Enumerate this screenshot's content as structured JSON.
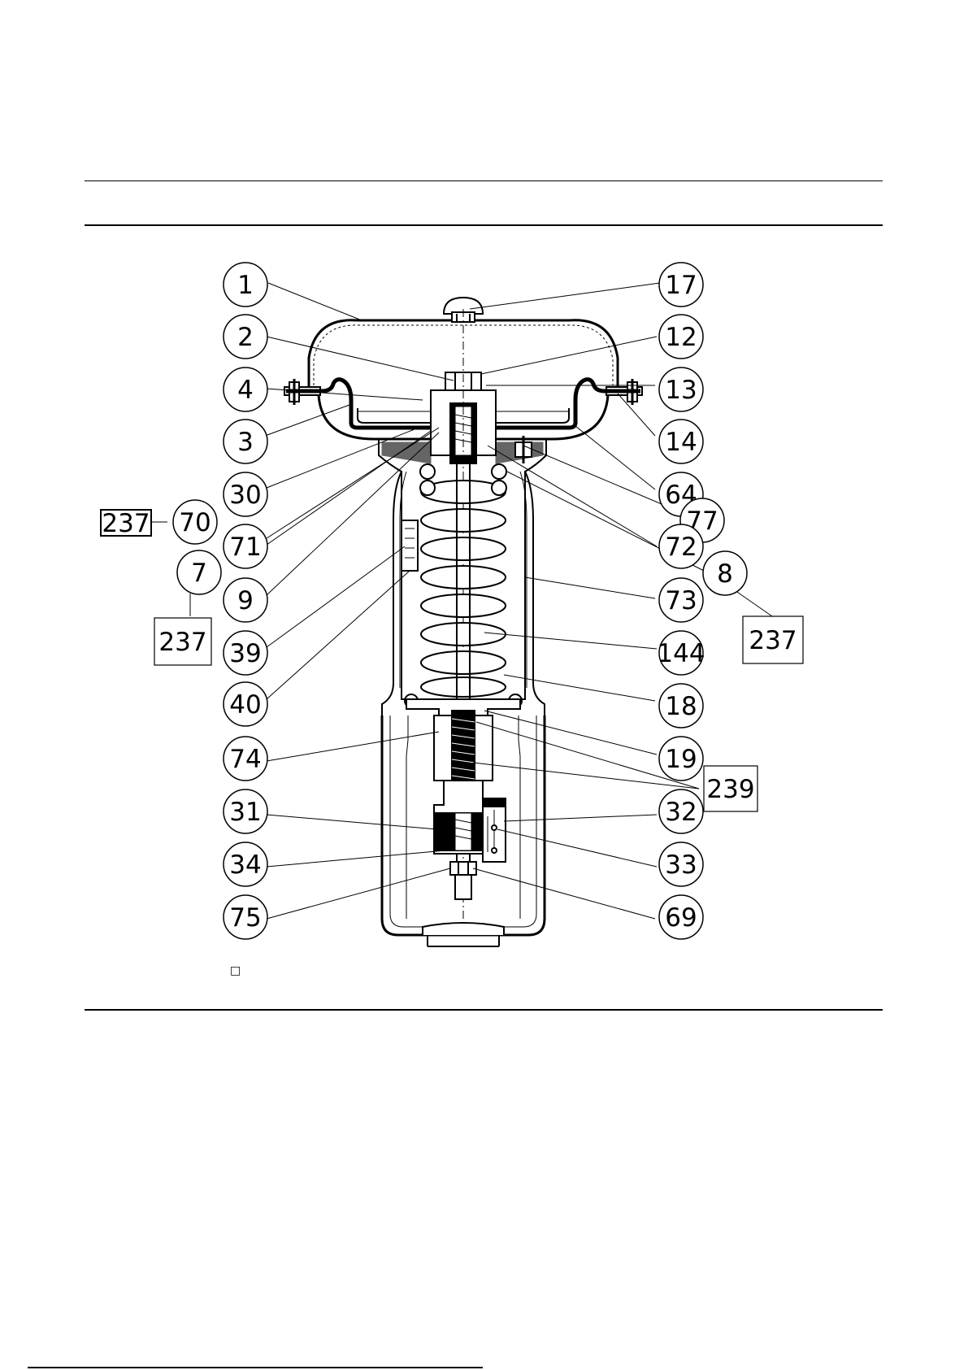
{
  "figure": {
    "left_labels": [
      "1",
      "2",
      "4",
      "3",
      "30",
      "70",
      "71",
      "7",
      "9",
      "39",
      "40",
      "74",
      "31",
      "34",
      "75"
    ],
    "right_labels": [
      "17",
      "12",
      "13",
      "14",
      "64",
      "77",
      "72",
      "8",
      "73",
      "144",
      "18",
      "19",
      "32",
      "33",
      "69"
    ],
    "box_labels": [
      "237",
      "237",
      "237",
      "239"
    ],
    "legend_marker": "□"
  }
}
